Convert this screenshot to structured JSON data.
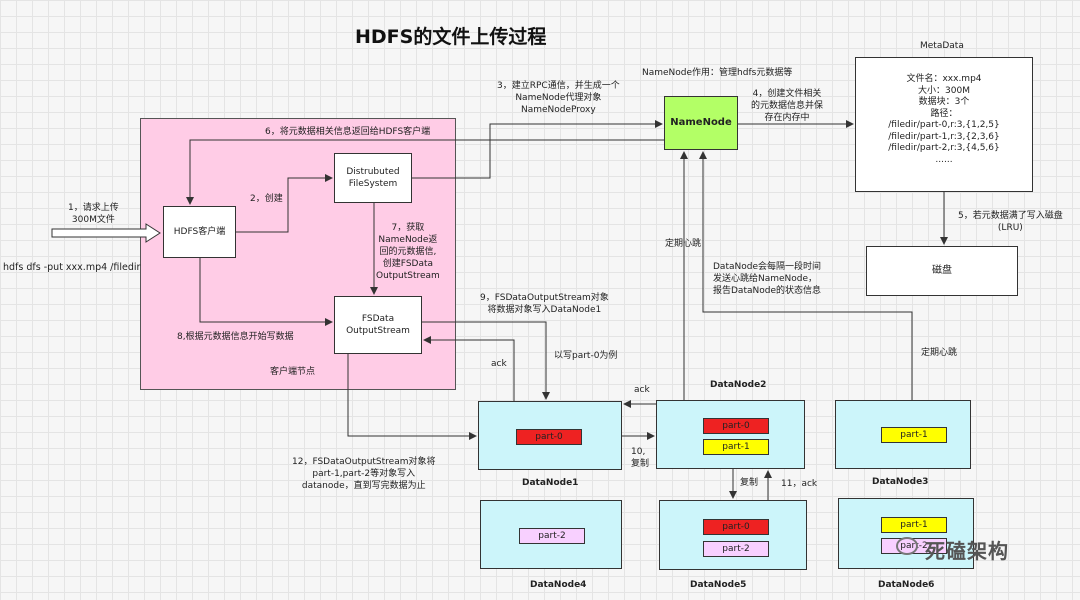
{
  "title": "HDFS的文件上传过程",
  "cli_command": "hdfs dfs -put xxx.mp4 /filedir",
  "step1": [
    "1，请求上传",
    "300M文件"
  ],
  "client_node_label": "客户端节点",
  "hdfs_client": "HDFS客户端",
  "dfs_box": [
    "Distrubuted",
    "FileSystem"
  ],
  "fsdata_box": [
    "FSData",
    "OutputStream"
  ],
  "namenode": "NameNode",
  "namenode_role": "NameNode作用：管理hdfs元数据等",
  "metadata_title": "MetaData",
  "metadata_lines": [
    "文件名：xxx.mp4",
    "大小：300M",
    "数据块：3个",
    "路径：",
    "/filedir/part-0,r:3,{1,2,5}",
    "/filedir/part-1,r:3,{2,3,6}",
    "/filedir/part-2,r:3,{4,5,6}",
    "......"
  ],
  "disk": "磁盘",
  "step2": "2，创建",
  "step3": [
    "3，建立RPC通信，并生成一个",
    "NameNode代理对象",
    "NameNodeProxy"
  ],
  "step4": [
    "4，创建文件相关",
    "的元数据信息并保",
    "存在内存中"
  ],
  "step5": [
    "5，若元数据满了写入磁盘",
    "(LRU)"
  ],
  "step6": "6，将元数据相关信息返回给HDFS客户端",
  "step7": [
    "7，获取",
    "NameNode返",
    "回的元数据信,",
    "创建FSData",
    "OutputStream"
  ],
  "step8": "8,根据元数据信息开始写数据",
  "step9": [
    "9，FSDataOutputStream对象",
    "将数据对象写入DataNode1"
  ],
  "step10": [
    "10,",
    "复制"
  ],
  "step11": "11，ack",
  "step12": [
    "12，FSDataOutputStream对象将",
    "part-1,part-2等对象写入",
    "datanode，直到写完数据为止"
  ],
  "heartbeat_note": [
    "DataNode会每隔一段时间",
    "发送心跳给NameNode，",
    "报告DataNode的状态信息"
  ],
  "heartbeat_left": "定期心跳",
  "heartbeat_right": "定期心跳",
  "example_note": "以写part-0为例",
  "ack1": "ack",
  "ack2": "ack",
  "copy": "复制",
  "dn1": {
    "name": "DataNode1",
    "blocks": [
      "part-0"
    ]
  },
  "dn2": {
    "name": "DataNode2",
    "blocks": [
      "part-0",
      "part-1"
    ]
  },
  "dn3": {
    "name": "DataNode3",
    "blocks": [
      "part-1"
    ]
  },
  "dn4": {
    "name": "DataNode4",
    "blocks": [
      "part-2"
    ]
  },
  "dn5": {
    "name": "DataNode5",
    "blocks": [
      "part-0",
      "part-2"
    ]
  },
  "dn6": {
    "name": "DataNode6",
    "blocks": [
      "part-1",
      "part-2"
    ]
  },
  "watermark": "死磕架构",
  "colors": {
    "client_area": "#ffcce6",
    "namenode": "#b3ff66",
    "datanode": "#ccf5fa",
    "part0": "#ee2222",
    "part1": "#ffff00",
    "part2": "#f8d0ff"
  }
}
